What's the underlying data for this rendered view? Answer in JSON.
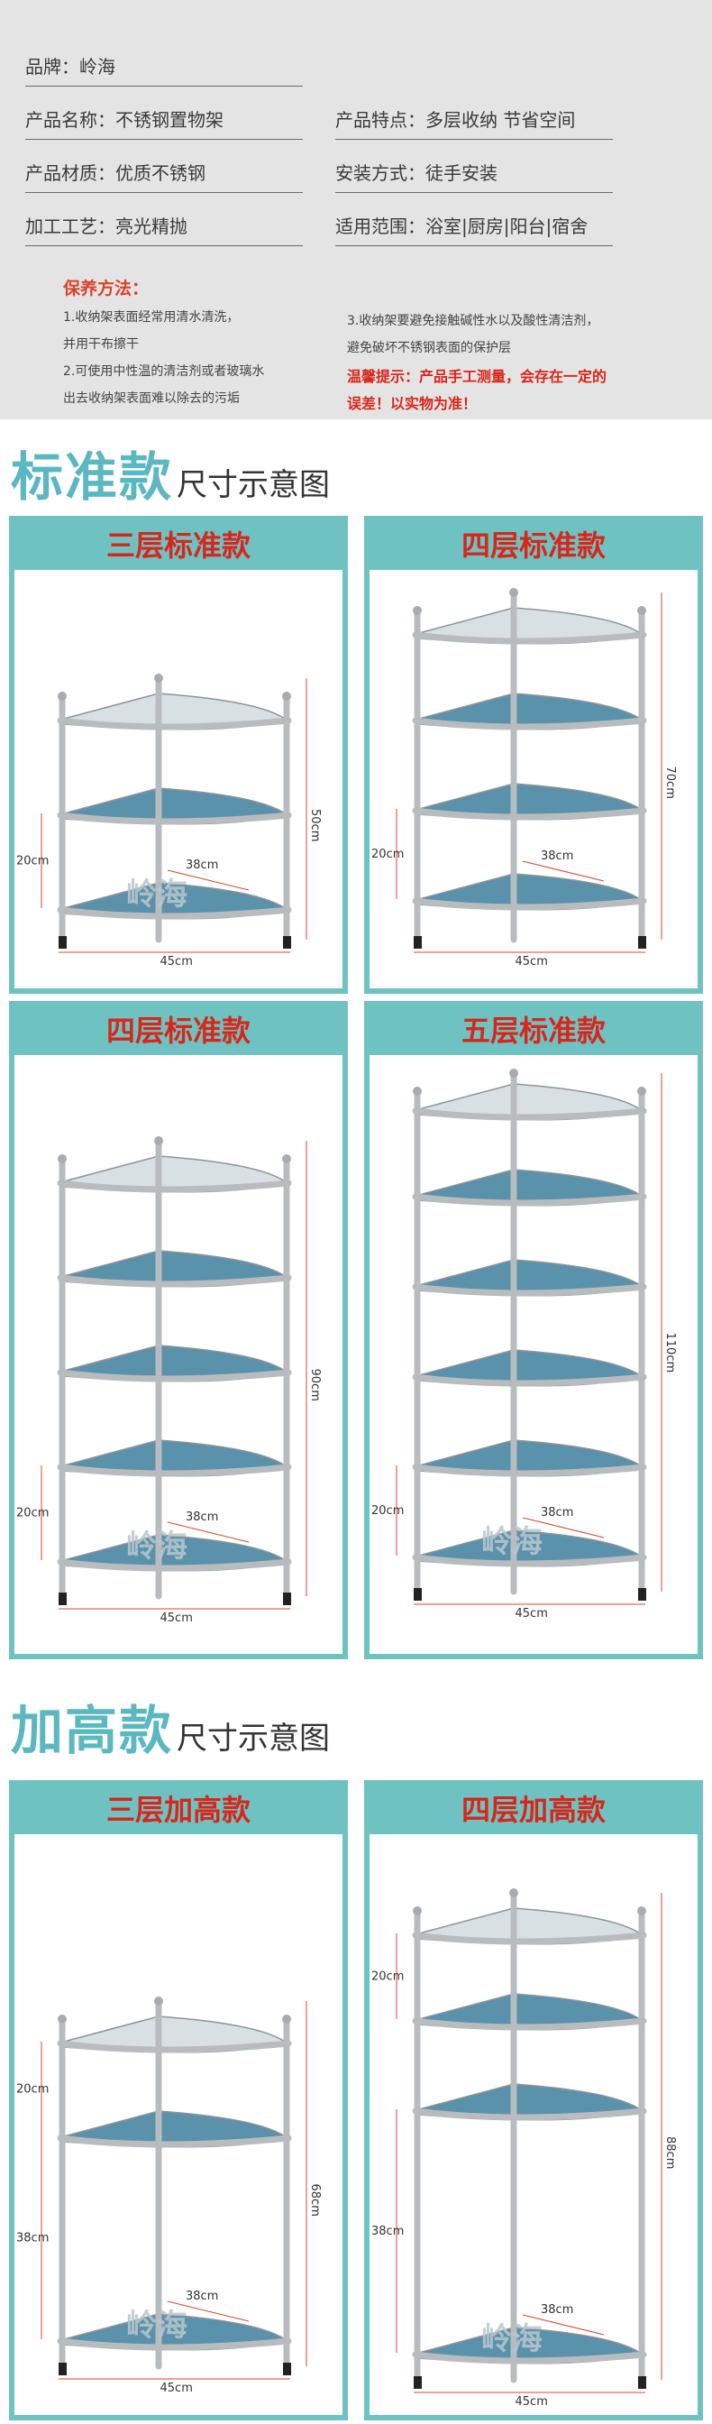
{
  "info": {
    "brand": "品牌：岭海",
    "product_name": "产品名称：不锈钢置物架",
    "feature": "产品特点：多层收纳 节省空间",
    "material": "产品材质：优质不锈钢",
    "install": "安装方式：徒手安装",
    "process": "加工工艺：亮光精抛",
    "scope": "适用范围：浴室|厨房|阳台|宿舍"
  },
  "care": {
    "title": "保养方法：",
    "line1": "1.收纳架表面经常用清水清洗，",
    "line2": "并用干布擦干",
    "line3": "2.可使用中性温的清洁剂或者玻璃水",
    "line4": "出去收纳架表面难以除去的污垢",
    "line5": "3.收纳架要避免接触碱性水以及酸性清洁剂，",
    "line6": "避免破坏不锈钢表面的保护层",
    "note1": "温馨提示：产品手工测量，会存在一定的",
    "note2": "误差！以实物为准！"
  },
  "sections": {
    "standard_big": "标准款",
    "standard_small": "尺寸示意图",
    "tall_big": "加高款",
    "tall_small": "尺寸示意图"
  },
  "cards": [
    {
      "title": "三层标准款",
      "height": "50cm",
      "gap": "20cm",
      "depth": "38cm",
      "width": "45cm",
      "watermark": "岭海"
    },
    {
      "title": "四层标准款",
      "height": "70cm",
      "gap": "20cm",
      "depth": "38cm",
      "width": "45cm"
    },
    {
      "title": "四层标准款",
      "height": "90cm",
      "gap": "20cm",
      "depth": "38cm",
      "width": "45cm",
      "watermark": "岭海"
    },
    {
      "title": "五层标准款",
      "height": "110cm",
      "gap": "20cm",
      "depth": "38cm",
      "width": "45cm",
      "watermark": "岭海"
    },
    {
      "title": "三层加高款",
      "height": "68cm",
      "gap": "20cm",
      "gap_low": "38cm",
      "depth": "38cm",
      "width": "45cm",
      "watermark": "岭海"
    },
    {
      "title": "四层加高款",
      "height": "88cm",
      "gap": "20cm",
      "gap_low": "38cm",
      "depth": "38cm",
      "width": "45cm",
      "watermark": "岭海"
    }
  ],
  "colors": {
    "accent": "#6fc2c2",
    "title_red": "#d8261a",
    "shelf_blue": "#3d7f9e",
    "steel": "#b9bcbf"
  }
}
